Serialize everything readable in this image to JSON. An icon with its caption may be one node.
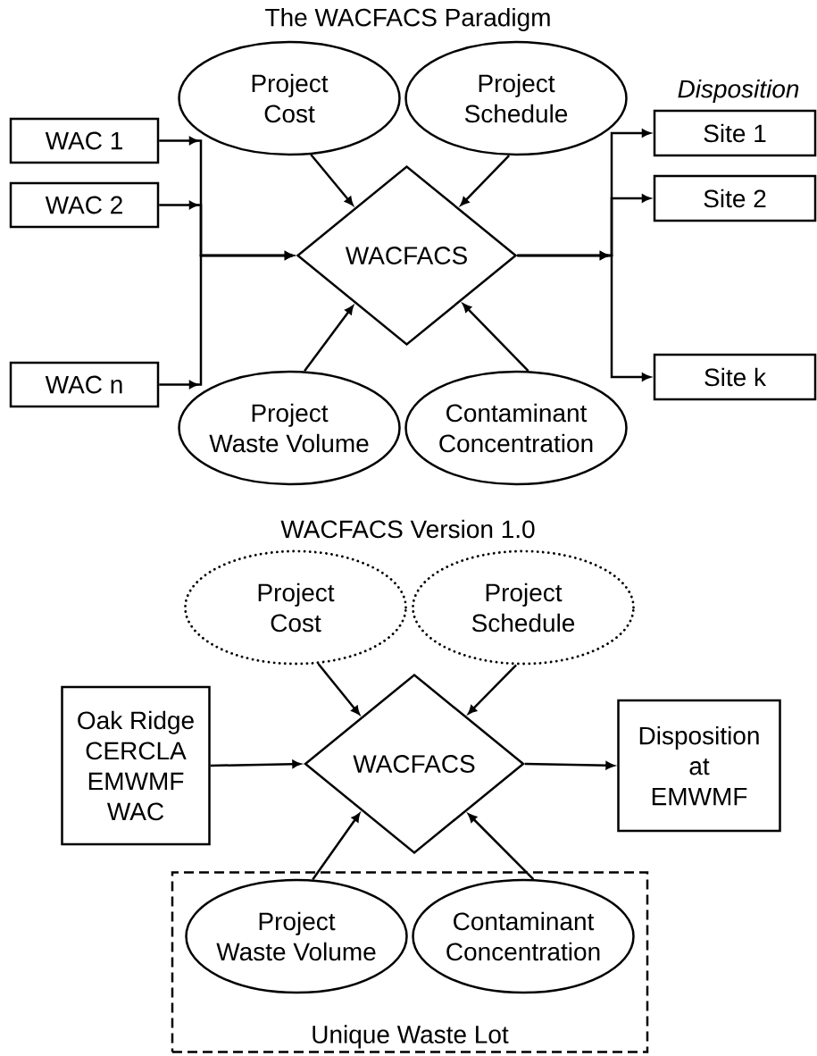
{
  "diagram": {
    "title": "The WACFACS Paradigm",
    "nodes": [
      {
        "text": [
          "WAC 1"
        ]
      },
      {
        "text": [
          "WAC 2"
        ]
      },
      {
        "text": [
          "WAC n"
        ]
      },
      {
        "text": [
          "Project Cost"
        ]
      },
      {
        "text": [
          "Project Schedule"
        ]
      },
      {
        "text": [
          "WACFACS"
        ]
      },
      {
        "text": [
          "Site 1"
        ]
      },
      {
        "text": [
          "Site 2"
        ]
      },
      {
        "text": [
          "Site k"
        ]
      },
      {
        "text": [
          "Project Waste Volume"
        ]
      },
      {
        "text": [
          "Contaminant Concentration"
        ]
      },
      {
        "text": [
          "Project Cost"
        ]
      },
      {
        "text": [
          "Project Schedule"
        ]
      },
      {
        "text": [
          "Oak Ridge CERCLA EMWMF WAC"
        ]
      },
      {
        "text": [
          "WACFACS"
        ]
      },
      {
        "text": [
          "Disposition at EMWMF"
        ]
      },
      {
        "text": [
          "Unique Waste Lot"
        ]
      },
      {
        "text": [
          "Project Waste Volume"
        ],
        "in": 16
      },
      {
        "text": [
          "Contaminant Concentration"
        ],
        "in": 16
      }
    ],
    "edges": [
      {
        "from": 0,
        "to": 5,
        "arrow": "to"
      },
      {
        "from": 1,
        "to": 5,
        "arrow": "to"
      },
      {
        "from": 2,
        "to": 5,
        "arrow": "to"
      },
      {
        "from": 3,
        "to": 5,
        "arrow": "to"
      },
      {
        "from": 4,
        "to": 5,
        "arrow": "to"
      },
      {
        "from": 9,
        "to": 5,
        "arrow": "to"
      },
      {
        "from": 10,
        "to": 5,
        "arrow": "to"
      },
      {
        "from": 5,
        "to": 6,
        "arrow": "to"
      },
      {
        "from": 5,
        "to": 7,
        "arrow": "to"
      },
      {
        "from": 5,
        "to": 8,
        "arrow": "to"
      },
      {
        "from": 11,
        "to": 14,
        "arrow": "to"
      },
      {
        "from": 12,
        "to": 14,
        "arrow": "to"
      },
      {
        "from": 13,
        "to": 14,
        "arrow": "to"
      },
      {
        "from": 14,
        "to": 15,
        "arrow": "to"
      },
      {
        "from": 17,
        "to": 14,
        "arrow": "to"
      },
      {
        "from": 18,
        "to": 14,
        "arrow": "to"
      }
    ],
    "labels": [
      "Disposition",
      "WACFACS Version 1.0"
    ]
  }
}
